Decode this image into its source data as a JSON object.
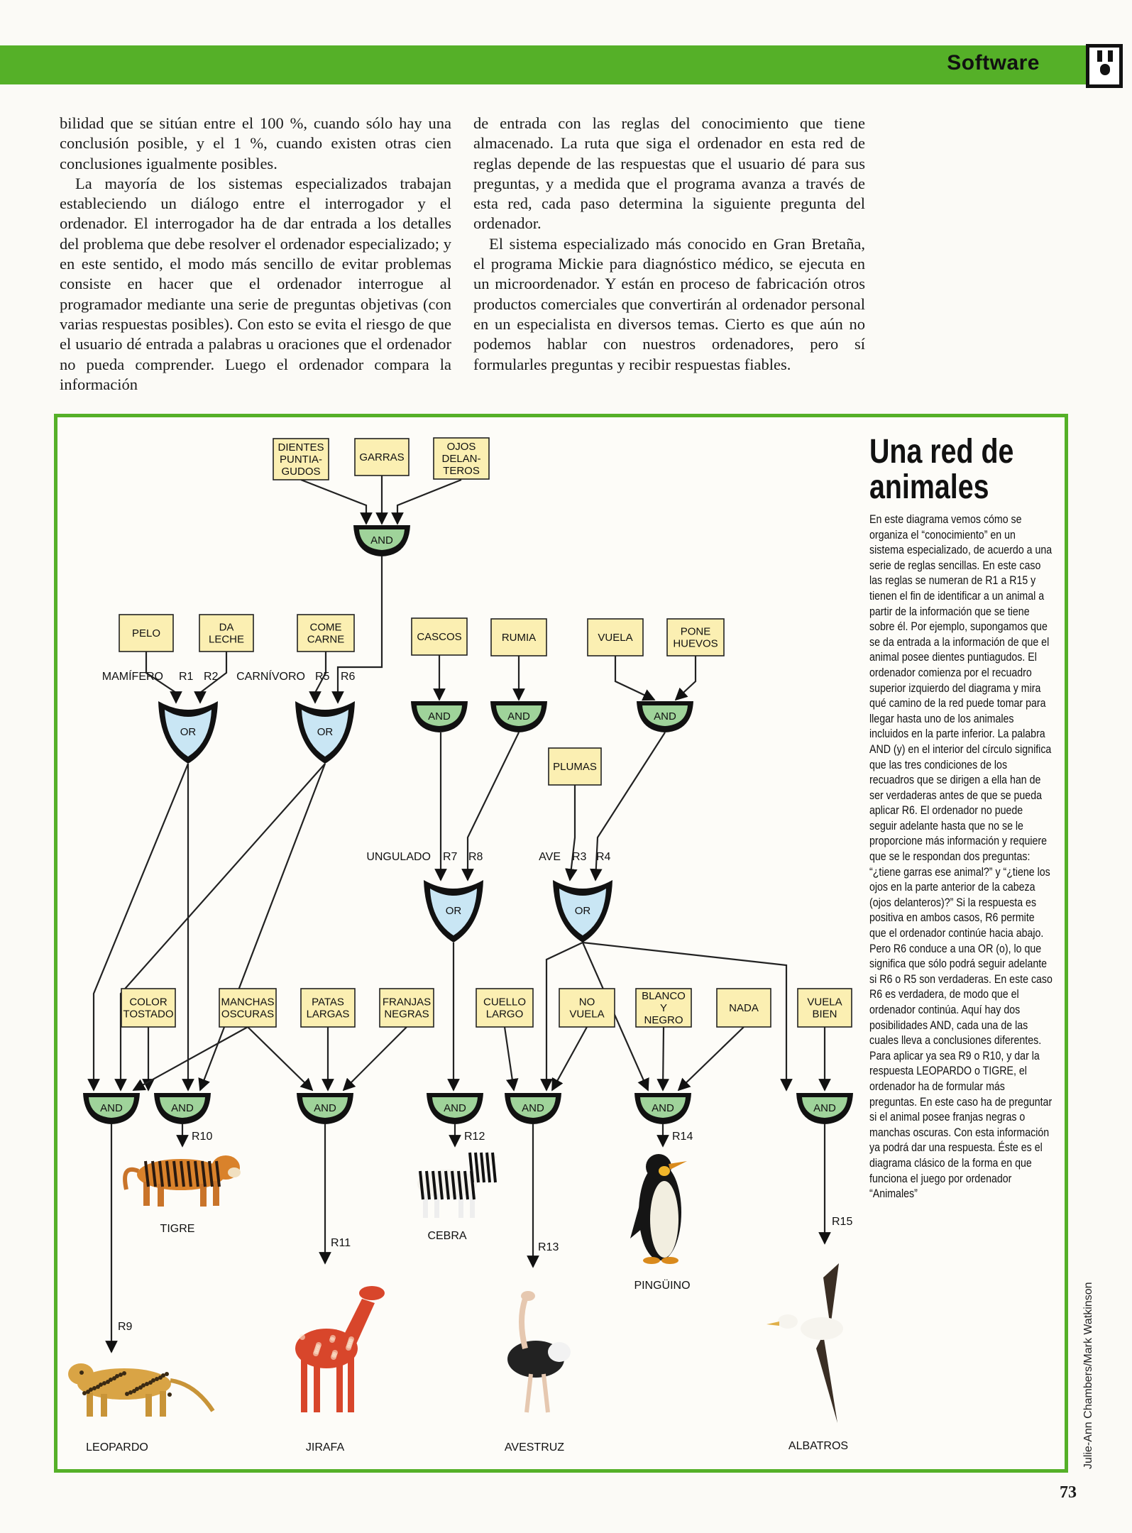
{
  "header": {
    "section": "Software"
  },
  "body_text": {
    "col1": [
      "bilidad que se sitúan entre el 100 %, cuando sólo hay una conclusión posible, y el 1 %, cuando existen otras cien conclusiones igualmente posibles.",
      "La mayoría de los sistemas especializados trabajan estableciendo un diálogo entre el interrogador y el ordenador. El interrogador ha de dar entrada a los detalles del problema que debe resolver el ordenador especializado; y en este sentido, el modo más sencillo de evitar problemas consiste en hacer que el ordenador interrogue al programador mediante una serie de preguntas objetivas (con varias respuestas posibles). Con esto se evita el riesgo de que el usuario dé entrada a palabras u oraciones que el ordenador no pueda comprender. Luego el ordenador compara la información"
    ],
    "col2": [
      "de entrada con las reglas del conocimiento que tiene almacenado. La ruta que siga el ordenador en esta red de reglas depende de las respuestas que el usuario dé para sus preguntas, y a medida que el programa avanza a través de esta red, cada paso determina la siguiente pregunta del ordenador.",
      "El sistema especializado más conocido en Gran Bretaña, el programa Mickie para diagnóstico médico, se ejecuta en un microordenador. Y están en proceso de fabricación otros productos comerciales que convertirán al ordenador personal en un especialista en diversos temas. Cierto es que aún no podemos hablar con nuestros ordenadores, pero sí formularles preguntas y recibir respuestas fiables."
    ]
  },
  "sidebar": {
    "title": "Una red de animales",
    "text": "En este diagrama vemos cómo se organiza el “conocimiento” en un sistema especializado, de acuerdo a una serie de reglas sencillas. En este caso las reglas se numeran de R1 a R15 y tienen el fin de identificar a un animal a partir de la información que se tiene sobre él. Por ejemplo, supongamos que se da entrada a la información de que el animal posee dientes puntiagudos. El ordenador comienza por el recuadro superior izquierdo del diagrama y mira qué camino de la red puede tomar para llegar hasta uno de los animales incluidos en la parte inferior. La palabra AND (y) en el interior del círculo significa que las tres condiciones de los recuadros que se dirigen a ella han de ser verdaderas antes de que se pueda aplicar R6. El ordenador no puede seguir adelante hasta que no se le proporcione más información y requiere que se le respondan dos preguntas: “¿tiene garras ese animal?” y “¿tiene los ojos en la parte anterior de la cabeza (ojos delanteros)?” Si la respuesta es positiva en ambos casos, R6 permite que el ordenador continúe hacia abajo. Pero R6 conduce a una OR (o), lo que significa que sólo podrá seguir adelante si R6 o R5 son verdaderas. En este caso R6 es verdadera, de modo que el ordenador continúa. Aquí hay dos posibilidades AND, cada una de las cuales lleva a conclusiones diferentes. Para aplicar ya sea R9 o R10, y dar la respuesta LEOPARDO o TIGRE, el ordenador ha de formular más preguntas. En este caso ha de preguntar si el animal posee franjas negras o manchas oscuras. Con esta información ya podrá dar una respuesta. Éste es el diagrama clásico de la forma en que funciona el juego por ordenador “Animales”"
  },
  "credit": "Julie-Ann Chambers/Mark Watkinson",
  "page_number": "73",
  "diagram": {
    "gate_and": "AND",
    "gate_or": "OR",
    "boxes": {
      "dientes": [
        "DIENTES",
        "PUNTIA-",
        "GUDOS"
      ],
      "garras": [
        "GARRAS"
      ],
      "ojos": [
        "OJOS",
        "DELAN-",
        "TEROS"
      ],
      "pelo": [
        "PELO"
      ],
      "da_leche": [
        "DA",
        "LECHE"
      ],
      "come_carne": [
        "COME",
        "CARNE"
      ],
      "cascos": [
        "CASCOS"
      ],
      "rumia": [
        "RUMIA"
      ],
      "vuela": [
        "VUELA"
      ],
      "pone_huevos": [
        "PONE",
        "HUEVOS"
      ],
      "plumas": [
        "PLUMAS"
      ],
      "color_tostado": [
        "COLOR",
        "TOSTADO"
      ],
      "manchas_oscuras": [
        "MANCHAS",
        "OSCURAS"
      ],
      "patas_largas": [
        "PATAS",
        "LARGAS"
      ],
      "franjas_negras": [
        "FRANJAS",
        "NEGRAS"
      ],
      "cuello_largo": [
        "CUELLO",
        "LARGO"
      ],
      "no_vuela": [
        "NO",
        "VUELA"
      ],
      "blanco_negro": [
        "BLANCO",
        "Y",
        "NEGRO"
      ],
      "nada": [
        "NADA"
      ],
      "vuela_bien": [
        "VUELA",
        "BIEN"
      ]
    },
    "labels": {
      "mamifero": "MAMÍFERO",
      "carnivoro": "CARNÍVORO",
      "ungulado": "UNGULADO",
      "ave": "AVE"
    },
    "rules": {
      "r1": "R1",
      "r2": "R2",
      "r3": "R3",
      "r4": "R4",
      "r5": "R5",
      "r6": "R6",
      "r7": "R7",
      "r8": "R8",
      "r9": "R9",
      "r10": "R10",
      "r11": "R11",
      "r12": "R12",
      "r13": "R13",
      "r14": "R14",
      "r15": "R15"
    },
    "animals": {
      "tigre": "TIGRE",
      "cebra": "CEBRA",
      "pinguino": "PINGÜINO",
      "leopardo": "LEOPARDO",
      "jirafa": "JIRAFA",
      "avestruz": "AVESTRUZ",
      "albatros": "ALBATROS"
    }
  }
}
